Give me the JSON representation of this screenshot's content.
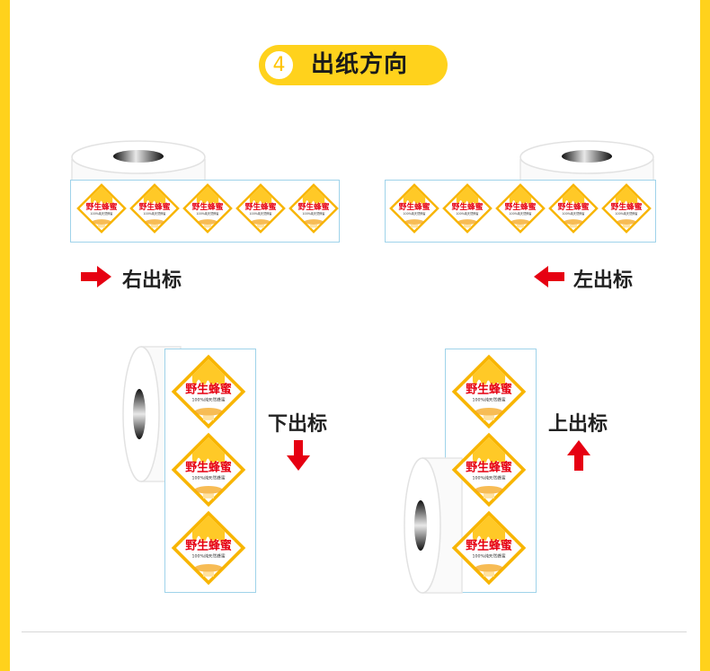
{
  "header": {
    "step_number": "4",
    "title": "出纸方向"
  },
  "sticker": {
    "brand_text": "野生蜂蜜",
    "sub_text": "100%纯天然蜂蜜",
    "colors": {
      "honey": "#ffc927",
      "honey_dark": "#f4a51c",
      "red": "#e60012",
      "edge": "#f8b500"
    }
  },
  "directions": [
    {
      "id": "right",
      "label": "右出标",
      "arrow": "arrow-right-icon"
    },
    {
      "id": "left",
      "label": "左出标",
      "arrow": "arrow-left-icon"
    },
    {
      "id": "down",
      "label": "下出标",
      "arrow": "arrow-down-icon"
    },
    {
      "id": "up",
      "label": "上出标",
      "arrow": "arrow-up-icon"
    }
  ],
  "colors": {
    "accent": "#ffd21c",
    "arrow": "#e60012",
    "liner": "#9fd3ea"
  }
}
